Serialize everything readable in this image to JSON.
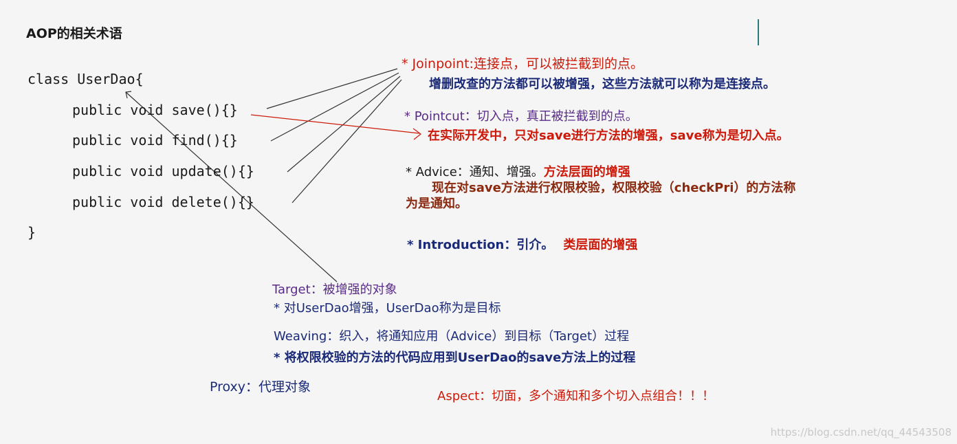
{
  "title": "AOP的相关术语",
  "code": {
    "class_line": "class UserDao{",
    "methods": [
      "public void save(){}",
      "public void find(){}",
      "public void update(){}",
      "public void delete(){}"
    ],
    "close": "}"
  },
  "joinpoint": {
    "label": "* Joinpoint:连接点，可以被拦截到的点。",
    "desc": "增删改查的方法都可以被增强，这些方法就可以称为是连接点。"
  },
  "pointcut": {
    "label": "* Pointcut：切入点，真正被拦截到的点。",
    "desc": "在实际开发中，只对save进行方法的增强，save称为是切入点。"
  },
  "advice": {
    "label": "* Advice：通知、增强。",
    "label_highlight": "方法层面的增强",
    "desc_line1": "现在对save方法进行权限校验，权限校验（checkPri）的方法称",
    "desc_line2": "为是通知。"
  },
  "introduction": {
    "label": "* Introduction：引介。",
    "label_highlight": "类层面的增强"
  },
  "target": {
    "label": "Target：被增强的对象",
    "desc": "* 对UserDao增强，UserDao称为是目标"
  },
  "weaving": {
    "label": "Weaving：织入，将通知应用（Advice）到目标（Target）过程",
    "desc": "* 将权限校验的方法的代码应用到UserDao的save方法上的过程"
  },
  "proxy": {
    "label": "Proxy：代理对象"
  },
  "aspect": {
    "label": "Aspect：切面，多个通知和多个切入点组合！！！"
  },
  "watermark": "https://blog.csdn.net/qq_44543508",
  "colors": {
    "red": "#cc1a0a",
    "navy": "#1a2a78",
    "purple": "#5a2a8a",
    "background": "#f5f5f5"
  }
}
